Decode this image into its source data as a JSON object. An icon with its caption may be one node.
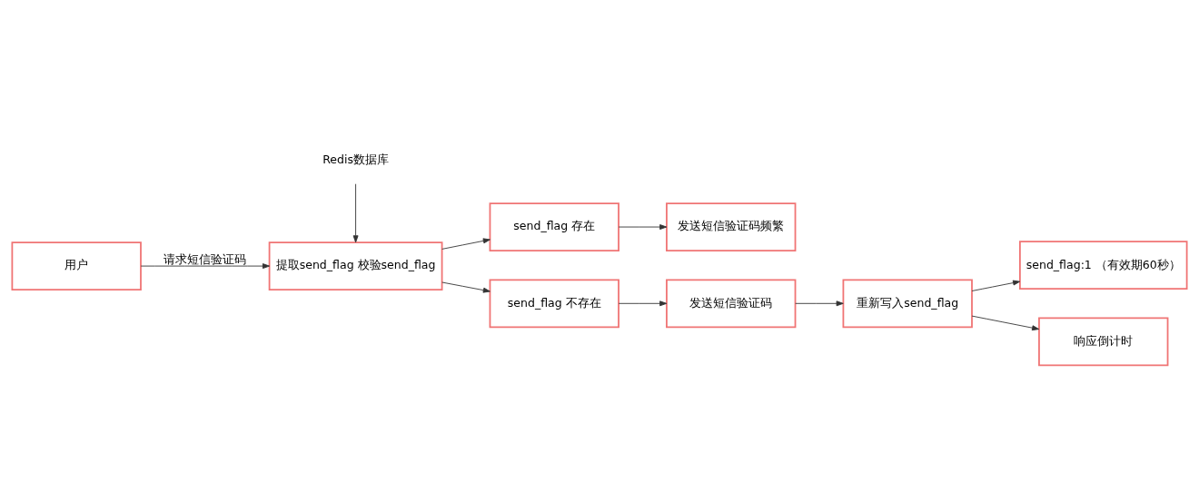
{
  "diagram": {
    "nodes": [
      {
        "text": [
          "用户"
        ]
      },
      {
        "text": [
          "提取send_flag 校验send_flag"
        ]
      },
      {
        "text": [
          "send_flag 存在"
        ]
      },
      {
        "text": [
          "发送短信验证码频繁"
        ]
      },
      {
        "text": [
          "send_flag 不存在"
        ]
      },
      {
        "text": [
          "Redis数据库"
        ]
      },
      {
        "text": [
          "发送短信验证码"
        ]
      },
      {
        "text": [
          "send_flag:1 （有效期60秒）"
        ]
      },
      {
        "text": [
          "重新写入send_flag"
        ]
      },
      {
        "text": [
          "响应倒计时"
        ]
      }
    ],
    "edges": [
      {
        "from": 0,
        "to": 1,
        "arrow": "to",
        "label": "请求短信验证码"
      },
      {
        "from": 5,
        "to": 1,
        "arrow": "to"
      },
      {
        "from": 1,
        "to": 2,
        "arrow": "to"
      },
      {
        "from": 2,
        "to": 3,
        "arrow": "to"
      },
      {
        "from": 1,
        "to": 4,
        "arrow": "to"
      },
      {
        "from": 4,
        "to": 6,
        "arrow": "to"
      },
      {
        "from": 6,
        "to": 8,
        "arrow": "to"
      },
      {
        "from": 8,
        "to": 7,
        "arrow": "to"
      },
      {
        "from": 8,
        "to": 9,
        "arrow": "to"
      }
    ]
  }
}
